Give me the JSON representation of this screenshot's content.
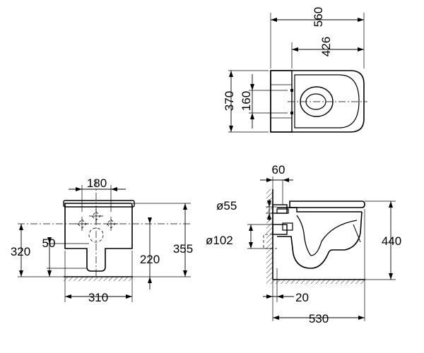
{
  "labels": {
    "top_width": "560",
    "top_inner": "426",
    "top_depth": "370",
    "top_holes": "160",
    "front_holes": "180",
    "front_width": "310",
    "front_320": "320",
    "front_50": "50",
    "front_220": "220",
    "front_355": "355",
    "side_60": "60",
    "side_d55": "ø55",
    "side_d102": "ø102",
    "side_height": "440",
    "side_20": "20",
    "side_depth": "530"
  }
}
